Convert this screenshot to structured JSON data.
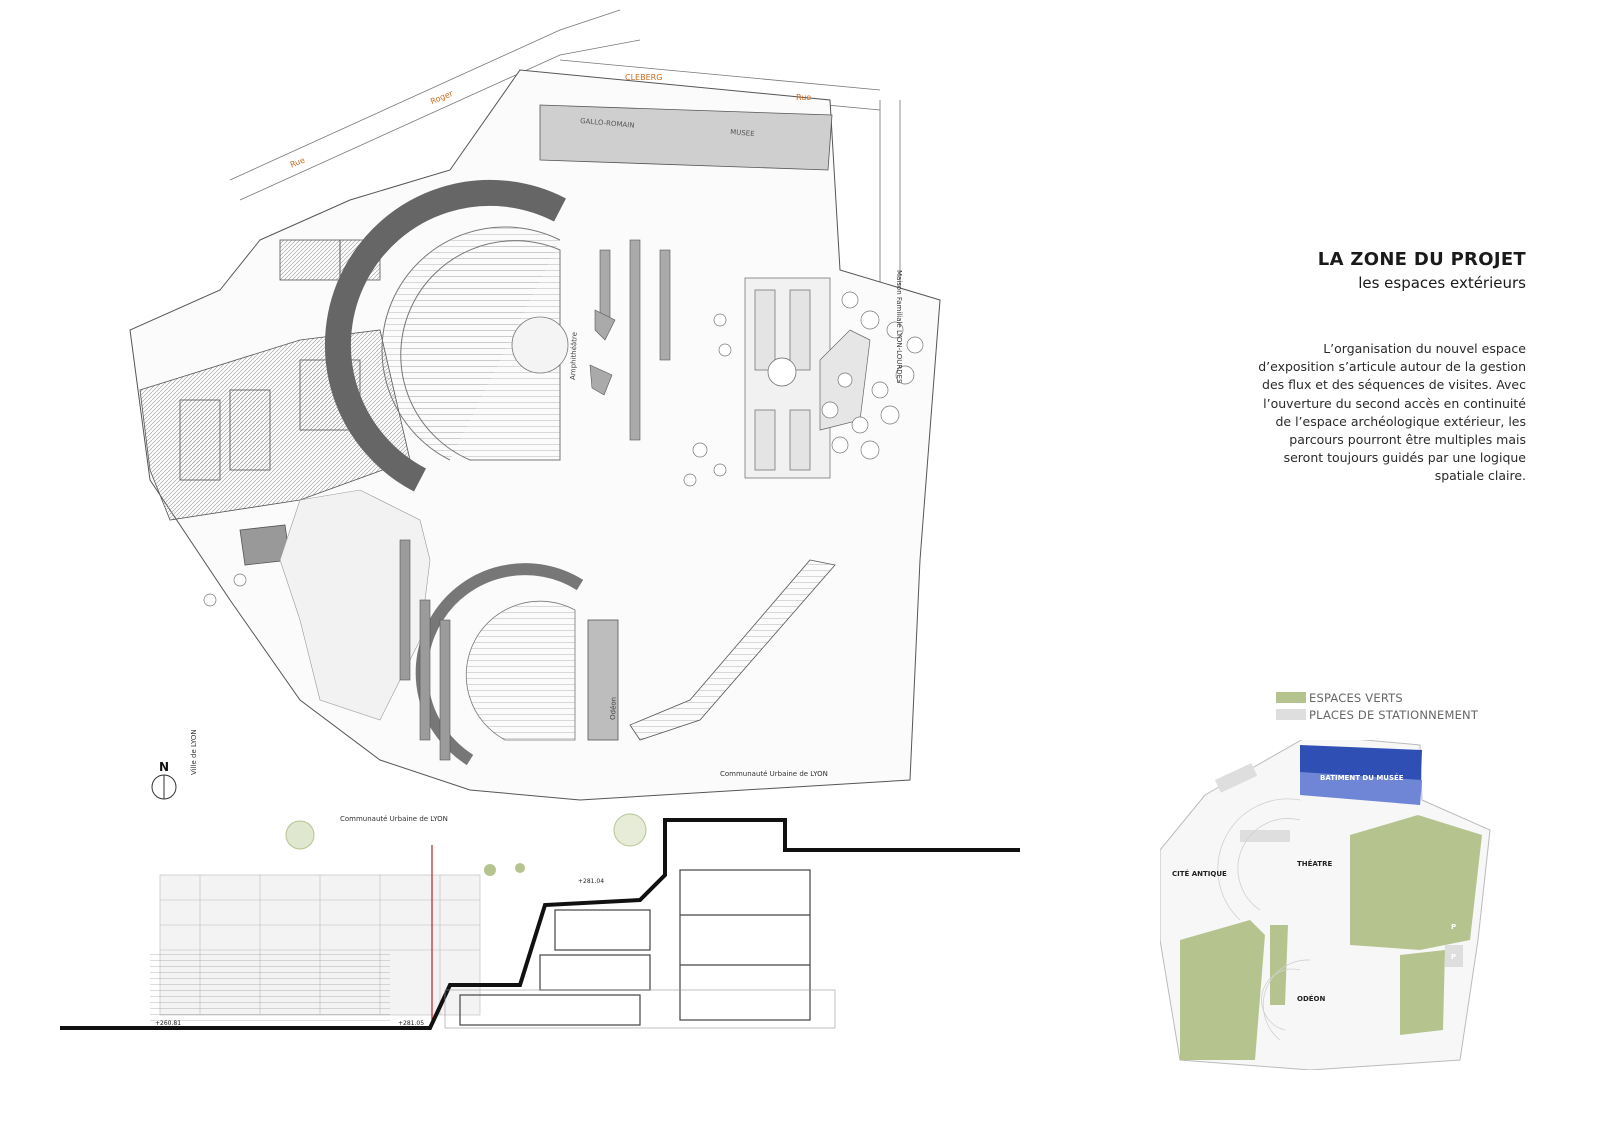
{
  "heading": {
    "title": "LA ZONE DU PROJET",
    "subtitle": "les espaces extérieurs"
  },
  "description": "L’organisation du nouvel espace d’exposition s’articule autour de la gestion des flux et des séquences de visites. Avec l’ouverture du second accès en continuité de l’espace archéologique extérieur, les parcours pourront être multiples mais seront toujours guidés par une logique spatiale claire.",
  "legend": [
    {
      "label": "ESPACES VERTS",
      "color": "#b5c48f"
    },
    {
      "label": "PLACES DE STATIONNEMENT",
      "color": "#dedede"
    }
  ],
  "keymap": {
    "museum": "BATIMENT DU MUSÉE",
    "theatre": "THÉATRE",
    "cite": "CITÉ ANTIQUE",
    "odeon": "ODÉON",
    "parking_marker": "P",
    "colors": {
      "green": "#b5c48f",
      "blue": "#2f4fb5",
      "blue_light": "#6f86d6"
    }
  },
  "plan": {
    "north": "N",
    "museum_labels": [
      "GALLO-ROMAIN",
      "MUSEE"
    ],
    "streets": [
      "Roger",
      "CLEBERG",
      "Rue",
      "Rue"
    ],
    "odeon_label": "Odéon",
    "amphitheatre_label": "Amphithéâtre",
    "owners": [
      "Communauté Urbaine de LYON",
      "Communauté Urbaine de LYON",
      "Ville de LYON",
      "Maison Familiale LYON-LOURDES"
    ],
    "section_levels": [
      "+281.04",
      "+260.81",
      "+281.05"
    ]
  }
}
